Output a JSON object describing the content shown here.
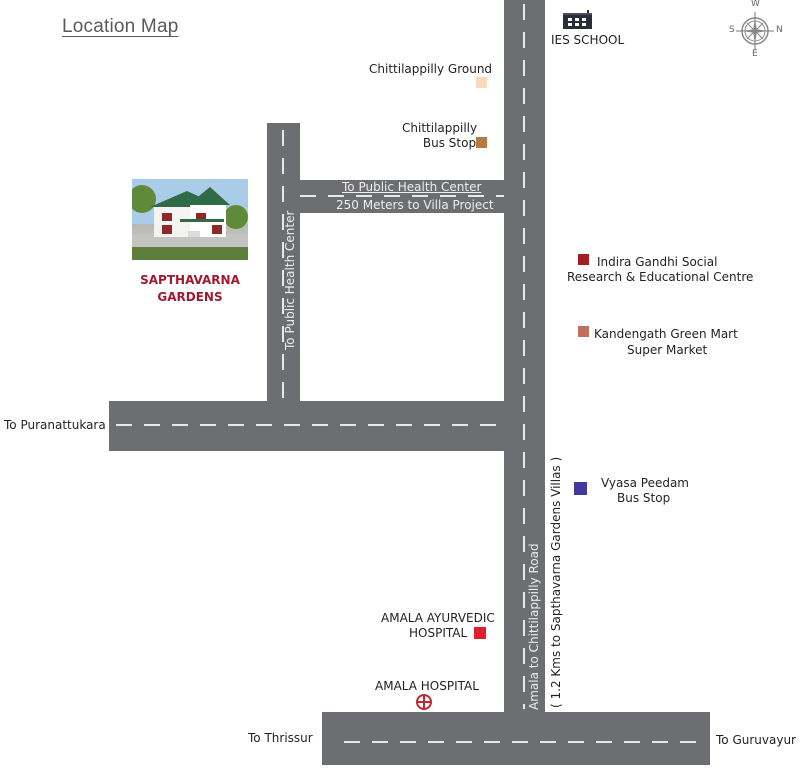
{
  "title": "Location Map",
  "compass": {
    "top": "W",
    "left": "S",
    "right": "N",
    "bottom": "E"
  },
  "project": {
    "name_line1": "SAPTHAVARNA",
    "name_line2": "GARDENS",
    "image": "villa-house-image"
  },
  "roads": {
    "top_connector_line1": "To Public Health Center",
    "top_connector_line2": "250 Meters to Villa Project",
    "left_vertical": "To Public Health Center",
    "main_vertical": "Amala to Chittilappilly Road",
    "main_vertical_note": "( 1.2 Kms  to Sapthavarna Gardens Villas )",
    "to_puranattukara": "To Puranattukara",
    "to_thrissur": "To Thrissur",
    "to_guruvayur": "To Guruvayur"
  },
  "landmarks": [
    {
      "line1": "IES SCHOOL",
      "line2": "",
      "icon": "school-building-icon",
      "color": "#2b2d3a"
    },
    {
      "line1": "Chittilappilly Ground",
      "line2": "",
      "icon": "square-marker",
      "color": "#f9d9bd"
    },
    {
      "line1": "Chittilappilly",
      "line2": "Bus Stop",
      "icon": "square-marker",
      "color": "#b87a45"
    },
    {
      "line1": "Indira Gandhi Social",
      "line2": "Research & Educational Centre",
      "icon": "square-marker",
      "color": "#a51e22"
    },
    {
      "line1": "Kandengath Green Mart",
      "line2": "Super Market",
      "icon": "square-marker",
      "color": "#c1705e"
    },
    {
      "line1": "Vyasa Peedam",
      "line2": "Bus Stop",
      "icon": "square-marker",
      "color": "#3f3a9c"
    },
    {
      "line1": "AMALA AYURVEDIC",
      "line2": "HOSPITAL",
      "icon": "square-marker",
      "color": "#e0202b"
    },
    {
      "line1": "AMALA HOSPITAL",
      "line2": "",
      "icon": "hospital-cross-icon",
      "color": "#c0272d"
    }
  ],
  "colors": {
    "road": "#6d6e71",
    "road_dash": "#e8e8e8",
    "brand": "#9e1b32",
    "title": "#5a5a5a"
  }
}
